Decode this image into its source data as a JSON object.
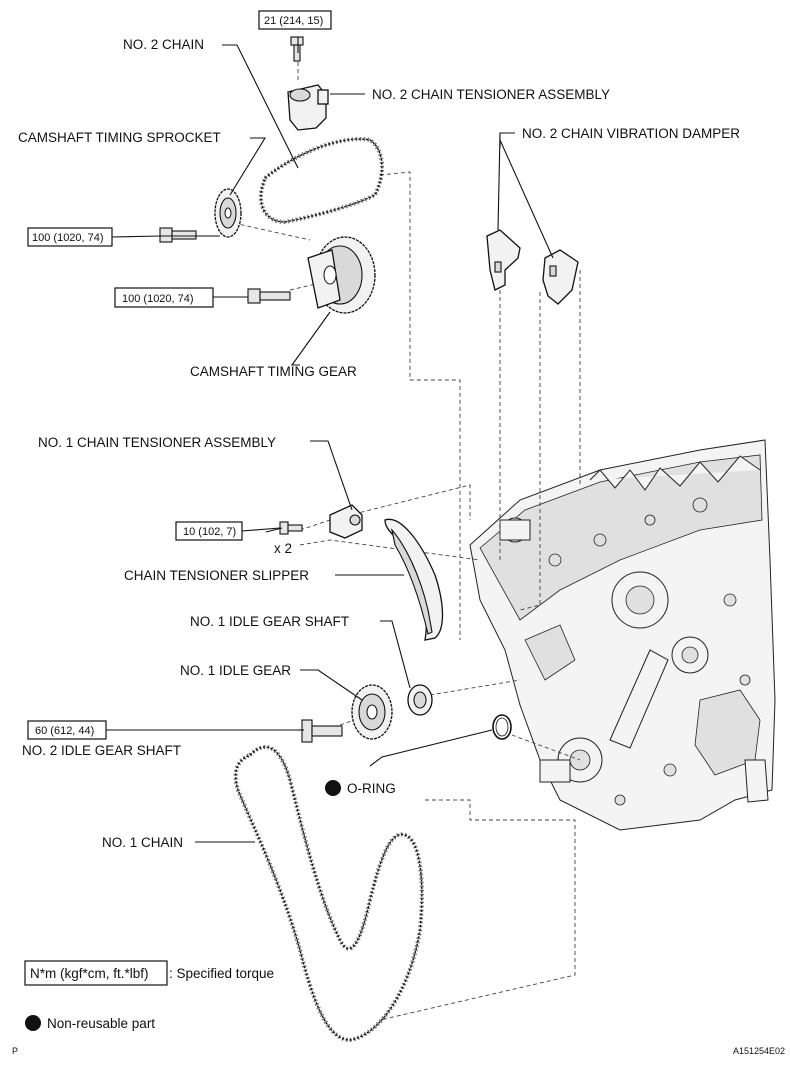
{
  "labels": {
    "no2_chain": "NO. 2 CHAIN",
    "no2_chain_tensioner_assembly": "NO. 2 CHAIN TENSIONER ASSEMBLY",
    "camshaft_timing_sprocket": "CAMSHAFT TIMING SPROCKET",
    "no2_chain_vibration_damper": "NO. 2 CHAIN VIBRATION DAMPER",
    "camshaft_timing_gear": "CAMSHAFT TIMING GEAR",
    "no1_chain_tensioner_assembly": "NO. 1 CHAIN TENSIONER ASSEMBLY",
    "chain_tensioner_slipper": "CHAIN TENSIONER SLIPPER",
    "no1_idle_gear_shaft": "NO. 1 IDLE GEAR SHAFT",
    "no1_idle_gear": "NO. 1 IDLE GEAR",
    "no2_idle_gear_shaft": "NO. 2 IDLE GEAR SHAFT",
    "o_ring": "O-RING",
    "no1_chain": "NO. 1 CHAIN",
    "times_two": "x 2"
  },
  "torques": {
    "tensioner_bolt": "21 (214, 15)",
    "sprocket_bolt": "100 (1020, 74)",
    "gear_bolt": "100 (1020, 74)",
    "no1_tensioner_bolt": "10 (102, 7)",
    "idle_gear_shaft": "60 (612, 44)"
  },
  "legend": {
    "torque_unit_box": "N*m (kgf*cm, ft.*lbf)",
    "torque_desc": ": Specified torque",
    "non_reusable": "Non-reusable part"
  },
  "footer": {
    "left_mark": "P",
    "code": "A151254E02"
  }
}
